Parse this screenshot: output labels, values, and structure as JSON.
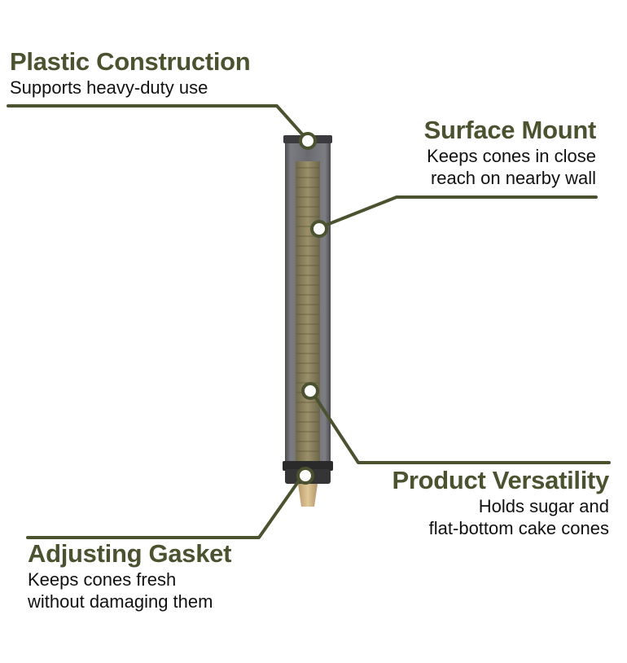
{
  "colors": {
    "accent": "#4b5230",
    "tube": "#6f6f75",
    "cone": "#9c9060",
    "cap": "#2d2d2d",
    "marker_fill": "#ffffff"
  },
  "callouts": {
    "plastic": {
      "title": "Plastic Construction",
      "lines": [
        "Supports heavy-duty use"
      ]
    },
    "surface": {
      "title": "Surface Mount",
      "lines": [
        "Keeps cones in close",
        "reach on nearby wall"
      ]
    },
    "versatility": {
      "title": "Product Versatility",
      "lines": [
        "Holds sugar and",
        "flat-bottom cake cones"
      ]
    },
    "gasket": {
      "title": "Adjusting Gasket",
      "lines": [
        "Keeps cones fresh",
        "without damaging them"
      ]
    }
  }
}
